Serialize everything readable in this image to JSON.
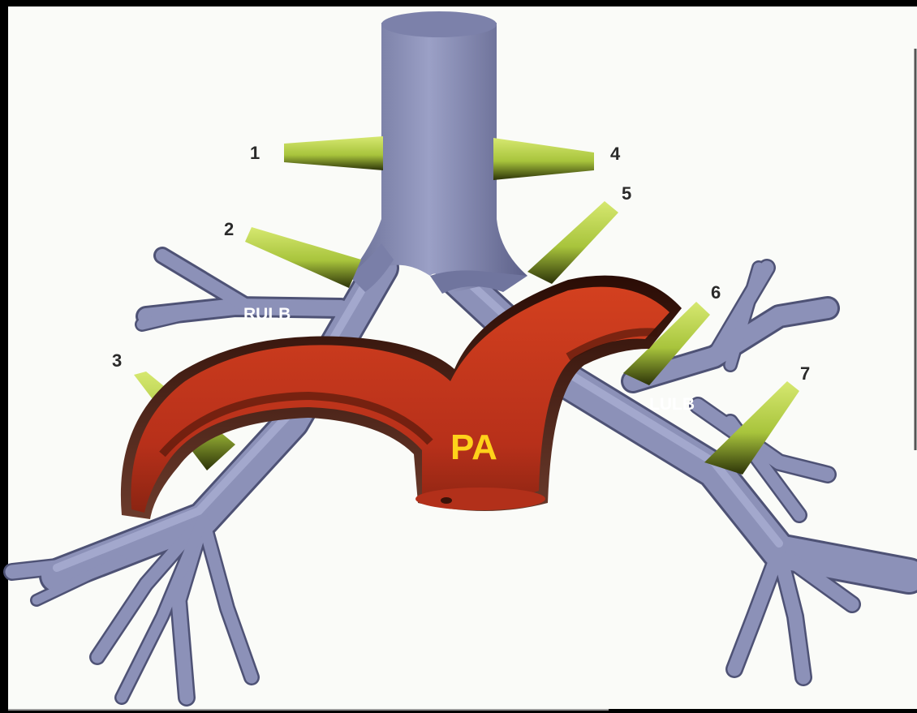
{
  "labels": {
    "stations": [
      "1",
      "2",
      "3",
      "4",
      "5",
      "6",
      "7"
    ],
    "rulb": "RULB",
    "lulb": "LULB",
    "pa": "PA"
  },
  "colors": {
    "airway": "#8c91b8",
    "airway_dark": "#5a5e82",
    "lymph_node": "#b8cf4a",
    "lymph_node_dark": "#4a5a10",
    "artery": "#c0311c",
    "artery_dark": "#2e0d06",
    "pa_text": "#ffd21a",
    "station_text": "#2a2a2a",
    "bronchus_text": "#ffffff",
    "background": "#fafbf8"
  }
}
